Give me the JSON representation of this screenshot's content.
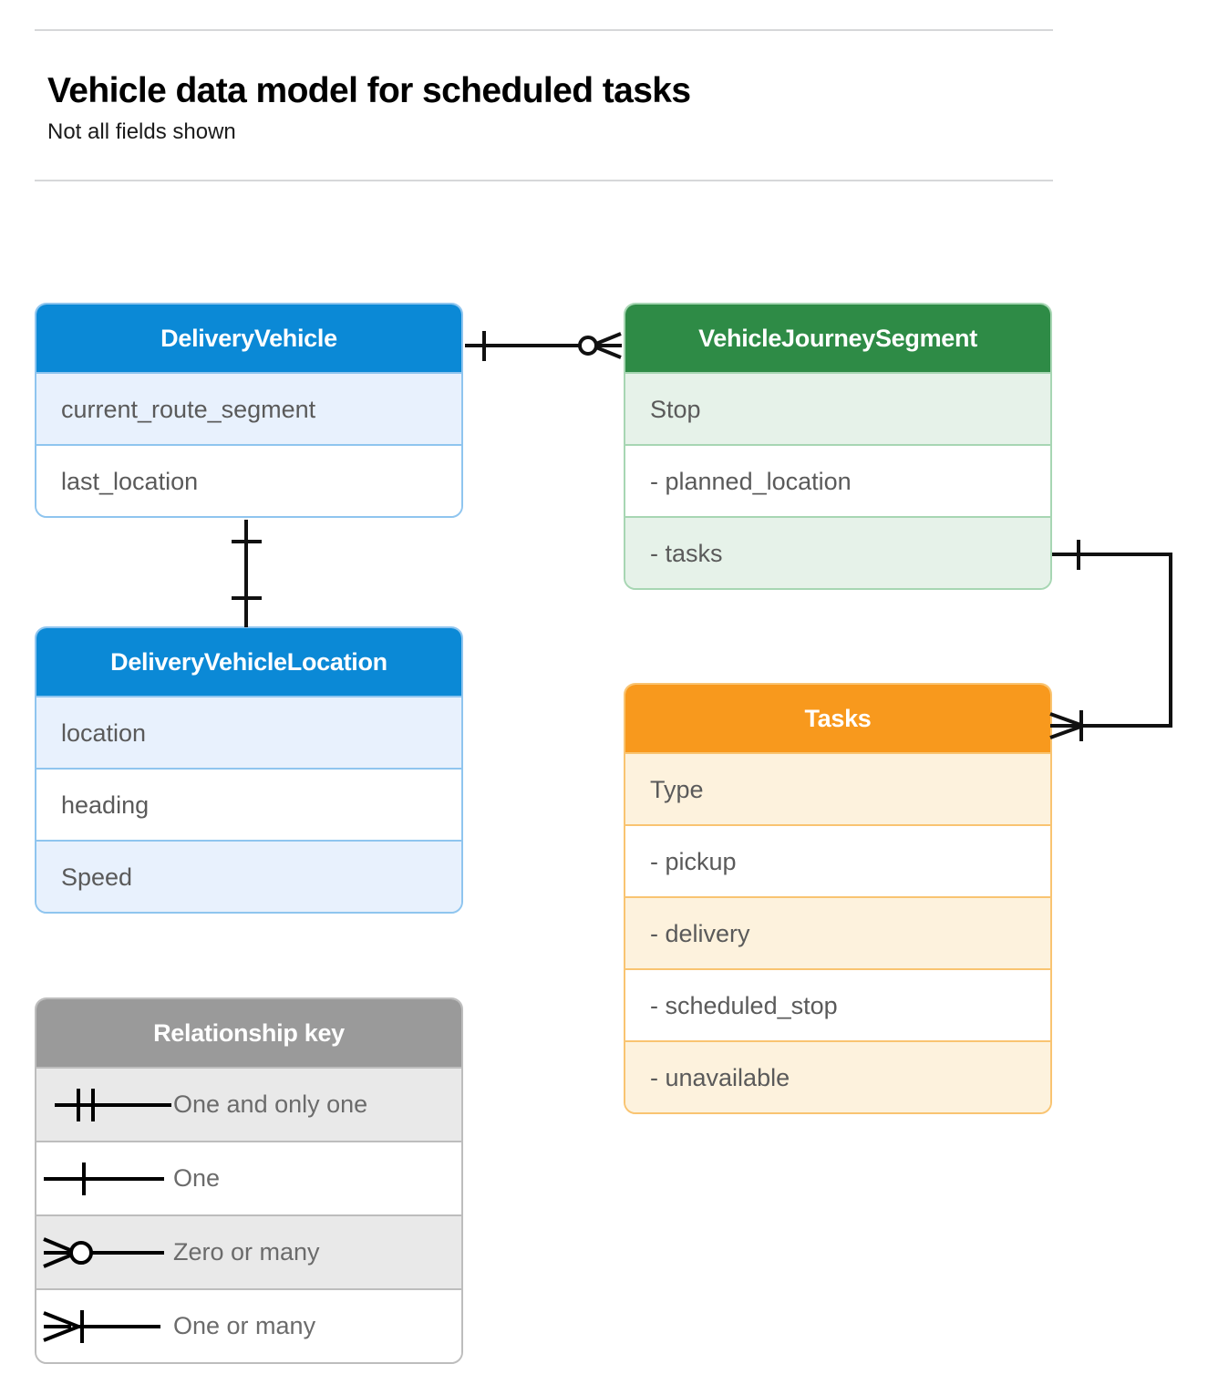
{
  "header": {
    "title": "Vehicle data model for scheduled tasks",
    "subtitle": "Not all fields shown"
  },
  "entities": [
    {
      "id": "delivery-vehicle",
      "name": "DeliveryVehicle",
      "color": "#0b89d6",
      "rows": [
        "current_route_segment",
        "last_location"
      ]
    },
    {
      "id": "journey-segment",
      "name": "VehicleJourneySegment",
      "color": "#2e8b46",
      "rows": [
        "Stop",
        "-  planned_location",
        "- tasks"
      ]
    },
    {
      "id": "vehicle-location",
      "name": "DeliveryVehicleLocation",
      "color": "#0b89d6",
      "rows": [
        "location",
        "heading",
        "Speed"
      ]
    },
    {
      "id": "tasks",
      "name": "Tasks",
      "color": "#f8991d",
      "rows": [
        "Type",
        "-  pickup",
        "-  delivery",
        "-  scheduled_stop",
        "-  unavailable"
      ]
    }
  ],
  "legend": {
    "title": "Relationship key",
    "header_color": "#9a9a9a",
    "items": [
      {
        "symbol": "one-and-only-one-symbol",
        "label": "One and only one"
      },
      {
        "symbol": "one-symbol",
        "label": "One"
      },
      {
        "symbol": "zero-or-many-symbol",
        "label": "Zero or many"
      },
      {
        "symbol": "one-or-many-symbol",
        "label": "One or many"
      }
    ]
  },
  "relationships": [
    {
      "id": "vehicle-to-journey-segment",
      "from": "DeliveryVehicle",
      "to": "VehicleJourneySegment",
      "from_cardinality": "One",
      "to_cardinality": "Zero or many"
    },
    {
      "id": "vehicle-to-vehicle-location",
      "from": "DeliveryVehicle",
      "to": "DeliveryVehicleLocation",
      "from_cardinality": "One",
      "to_cardinality": "One"
    },
    {
      "id": "tasks-field-to-tasks-entity",
      "from": "VehicleJourneySegment.tasks",
      "to": "Tasks",
      "from_cardinality": "One",
      "to_cardinality": "One or many"
    }
  ]
}
